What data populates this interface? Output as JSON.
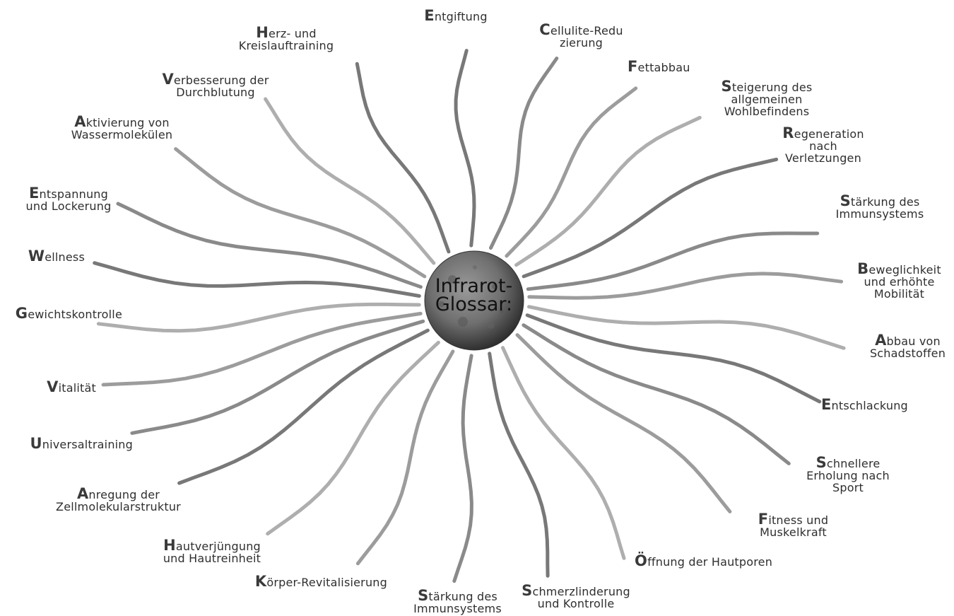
{
  "hub": {
    "title": "Infrarot-\nGlossar:"
  },
  "branches": [
    {
      "initial": "E",
      "rest": "ntgiftung"
    },
    {
      "initial": "C",
      "rest": "ellulite-Redu\nzierung"
    },
    {
      "initial": "F",
      "rest": "ettabbau"
    },
    {
      "initial": "S",
      "rest": "teigerung des\nallgemeinen\nWohlbefindens"
    },
    {
      "initial": "R",
      "rest": "egeneration\nnach\nVerletzungen"
    },
    {
      "initial": "S",
      "rest": "tärkung des\nImmunsystems"
    },
    {
      "initial": "B",
      "rest": "eweglichkeit\nund erhöhte\nMobilität"
    },
    {
      "initial": "A",
      "rest": "bbau von\nSchadstoffen"
    },
    {
      "initial": "E",
      "rest": "ntschlackung"
    },
    {
      "initial": "S",
      "rest": "chnellere\nErholung nach\nSport"
    },
    {
      "initial": "F",
      "rest": "itness und\nMuskelkraft"
    },
    {
      "initial": "Ö",
      "rest": "ffnung der Hautporen"
    },
    {
      "initial": "S",
      "rest": "chmerzlinderung\nund Kontrolle"
    },
    {
      "initial": "S",
      "rest": "tärkung des\nImmunsystems"
    },
    {
      "initial": "K",
      "rest": "örper-Revitalisierung"
    },
    {
      "initial": "H",
      "rest": "autverjüngung\nund Hautreinheit"
    },
    {
      "initial": "A",
      "rest": "nregung der\nZellmolekularstruktur"
    },
    {
      "initial": "U",
      "rest": "niversaltraining"
    },
    {
      "initial": "V",
      "rest": "italität"
    },
    {
      "initial": "G",
      "rest": "ewichtskontrolle"
    },
    {
      "initial": "W",
      "rest": "ellness"
    },
    {
      "initial": "E",
      "rest": "ntspannung\nund Lockerung"
    },
    {
      "initial": "A",
      "rest": "ktivierung von\nWassermolekülen"
    },
    {
      "initial": "V",
      "rest": "erbesserung der\nDurchblutung"
    },
    {
      "initial": "H",
      "rest": "erz- und\nKreislauftraining"
    }
  ]
}
